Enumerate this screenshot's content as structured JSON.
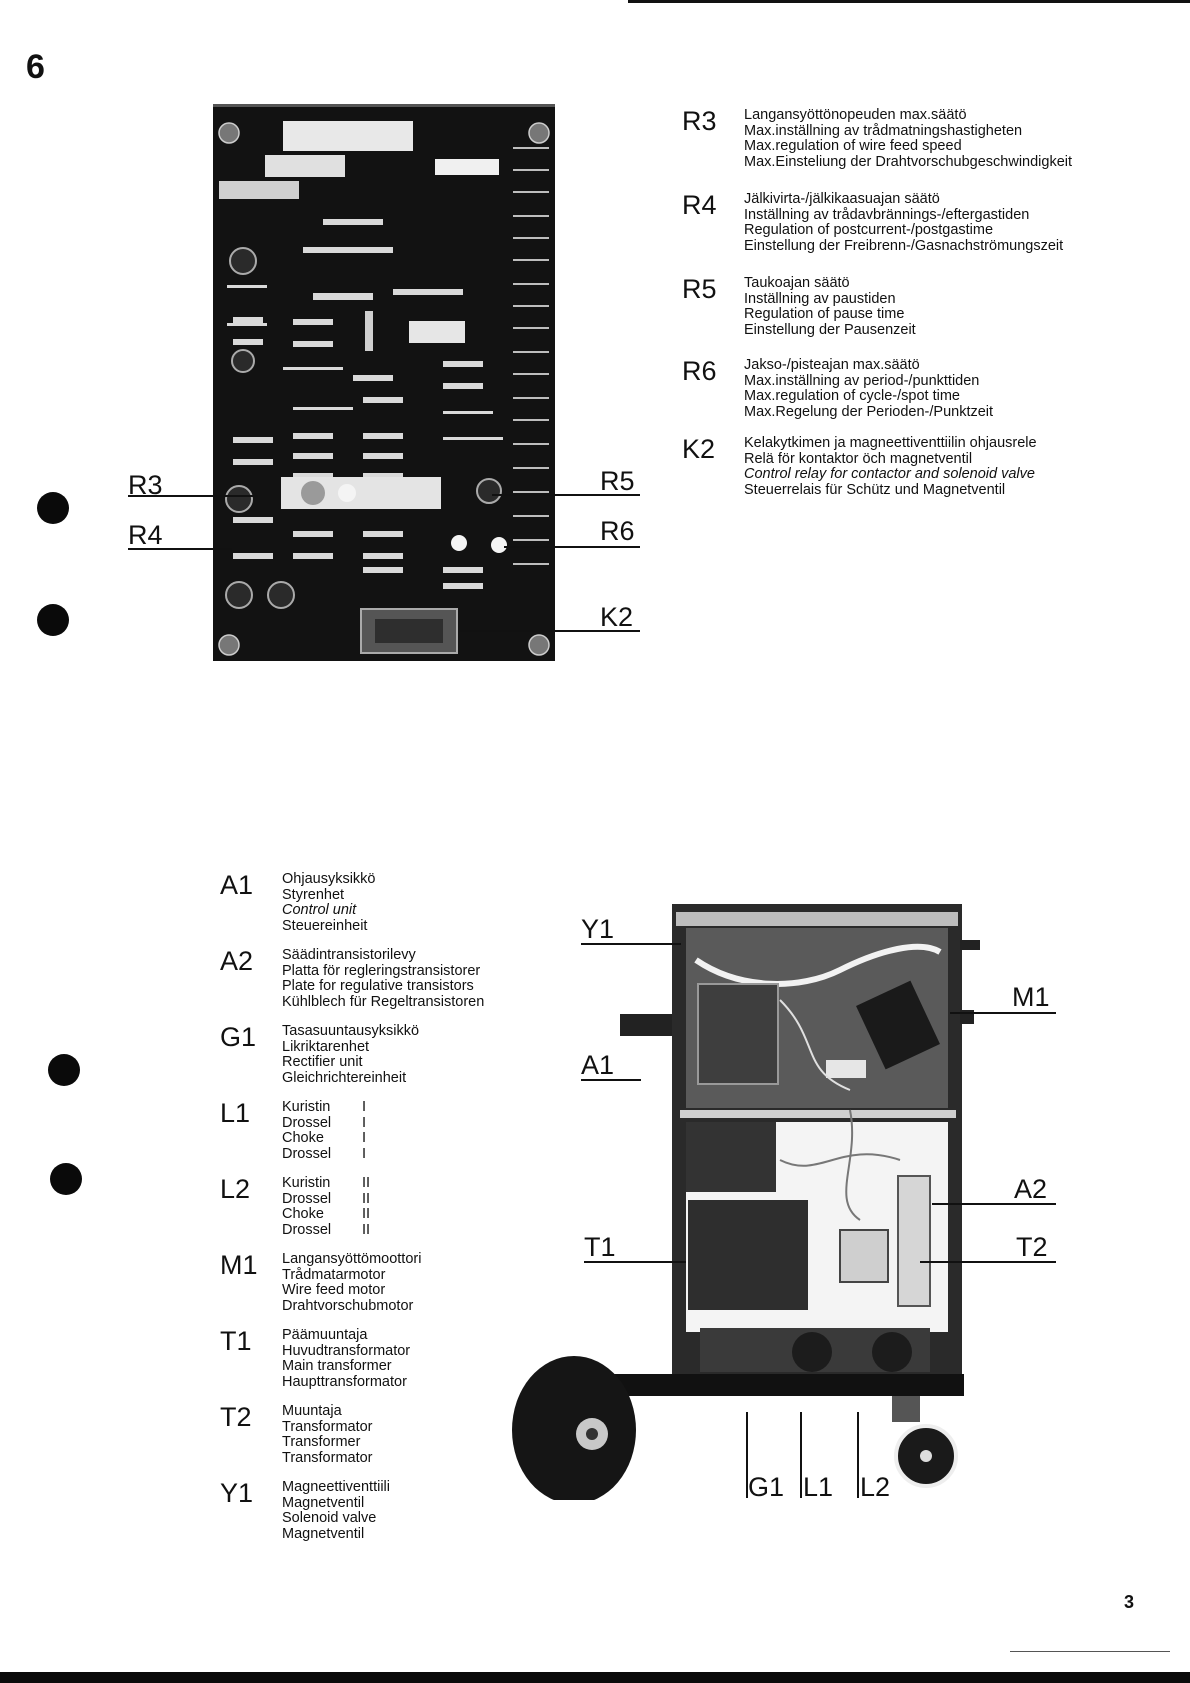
{
  "page": {
    "section_number": "6",
    "page_number": "3"
  },
  "top_figure": {
    "callouts": {
      "R3": "R3",
      "R4": "R4",
      "R5": "R5",
      "R6": "R6",
      "K2": "K2"
    }
  },
  "top_legend": [
    {
      "code": "R3",
      "lines": [
        "Langansyöttönopeuden max.säätö",
        "Max.inställning av trådmatningshastigheten",
        "Max.regulation of wire feed speed",
        "Max.Einsteliung der Drahtvorschubgeschwindigkeit"
      ]
    },
    {
      "code": "R4",
      "lines": [
        "Jälkivirta-/jälkikaasuajan säätö",
        "Inställning av trådavbrännings-/eftergastiden",
        "Regulation of postcurrent-/postgastime",
        "Einstellung der Freibrenn-/Gasnachströmungszeit"
      ]
    },
    {
      "code": "R5",
      "lines": [
        "Taukoajan säätö",
        "Inställning av paustiden",
        "Regulation of pause time",
        "Einstellung der Pausenzeit"
      ]
    },
    {
      "code": "R6",
      "lines": [
        "Jakso-/pisteajan max.säätö",
        "Max.inställning av period-/punkttiden",
        "Max.regulation of cycle-/spot time",
        "Max.Regelung der Perioden-/Punktzeit"
      ]
    },
    {
      "code": "K2",
      "lines": [
        "Kelakytkimen ja magneettiventtiilin ohjausrele",
        "Relä för kontaktor öch magnetventil",
        "Control relay for contactor and solenoid valve",
        "Steuerrelais für Schütz und Magnetventil"
      ]
    }
  ],
  "bottom_legend": [
    {
      "code": "A1",
      "lines": [
        "Ohjausyksikkö",
        "Styrenhet",
        "Control unit",
        "Steuereinheit"
      ]
    },
    {
      "code": "A2",
      "lines": [
        "Säädintransistorilevy",
        "Platta för regleringstransistorer",
        "Plate for regulative transistors",
        "Kühlblech für Regeltransistoren"
      ]
    },
    {
      "code": "G1",
      "lines": [
        "Tasasuuntausyksikkö",
        "Likriktarenhet",
        "Rectifier unit",
        "Gleichrichtereinheit"
      ]
    },
    {
      "code": "L1",
      "lines": [
        "Kuristin",
        "Drossel",
        "Choke",
        "Drossel"
      ],
      "suffix": "I"
    },
    {
      "code": "L2",
      "lines": [
        "Kuristin",
        "Drossel",
        "Choke",
        "Drossel"
      ],
      "suffix": "II"
    },
    {
      "code": "M1",
      "lines": [
        "Langansyöttömoottori",
        "Trådmatarmotor",
        "Wire feed motor",
        "Drahtvorschubmotor"
      ]
    },
    {
      "code": "T1",
      "lines": [
        "Päämuuntaja",
        "Huvudtransformator",
        "Main transformer",
        "Haupttransformator"
      ]
    },
    {
      "code": "T2",
      "lines": [
        "Muuntaja",
        "Transformator",
        "Transformer",
        "Transformator"
      ]
    },
    {
      "code": "Y1",
      "lines": [
        "Magneettiventtiili",
        "Magnetventil",
        "Solenoid valve",
        "Magnetventil"
      ]
    }
  ],
  "bottom_figure": {
    "callouts": {
      "Y1": "Y1",
      "A1": "A1",
      "M1": "M1",
      "A2": "A2",
      "T1": "T1",
      "T2": "T2",
      "G1": "G1",
      "L1": "L1",
      "L2": "L2"
    }
  }
}
